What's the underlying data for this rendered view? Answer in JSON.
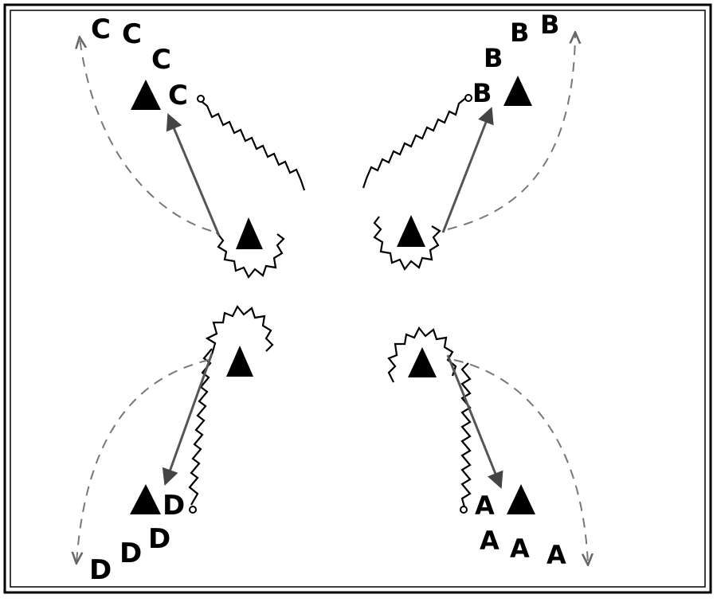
{
  "diagram": {
    "quadrants": [
      {
        "id": "top-left",
        "player_label": "C",
        "label_count": 4,
        "ball_icon": "ball-icon"
      },
      {
        "id": "top-right",
        "player_label": "B",
        "label_count": 4,
        "ball_icon": "ball-icon"
      },
      {
        "id": "bottom-left",
        "player_label": "D",
        "label_count": 4,
        "ball_icon": "ball-icon"
      },
      {
        "id": "bottom-right",
        "player_label": "A",
        "label_count": 4,
        "ball_icon": "ball-icon"
      }
    ],
    "legend": {
      "cone_icon": "cone-icon",
      "pass_style": "solid-arrow",
      "dribble_style": "zigzag",
      "run_style": "dashed-arrow",
      "colors": {
        "ink": "#000000",
        "pass": "#555555",
        "run": "#777777",
        "frame": "#000000",
        "background": "#ffffff"
      }
    }
  }
}
